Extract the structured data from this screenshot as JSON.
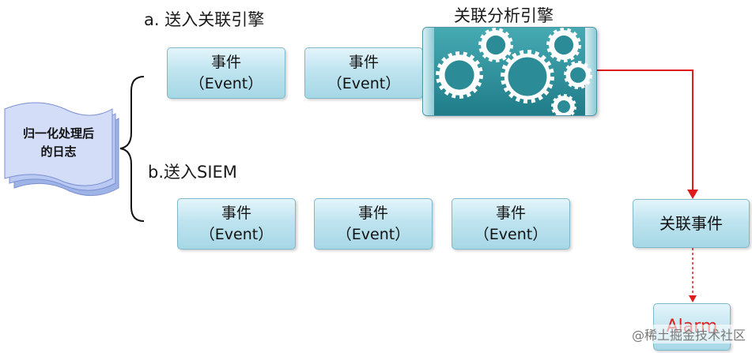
{
  "labels": {
    "step_a": "a. 送入关联引擎",
    "step_b": "b.送入SIEM",
    "engine_title": "关联分析引擎"
  },
  "log_doc": {
    "line1": "归一化处理后",
    "line2": "的日志"
  },
  "event_box": {
    "title": "事件",
    "subtitle": "（Event）"
  },
  "correlated_event": "关联事件",
  "alarm": "Alarm",
  "watermark": "@稀土掘金技术社区",
  "colors": {
    "arrow": "#e01b1b",
    "box_border": "#7fb8c8",
    "engine_bg": "#2d8f9a"
  }
}
